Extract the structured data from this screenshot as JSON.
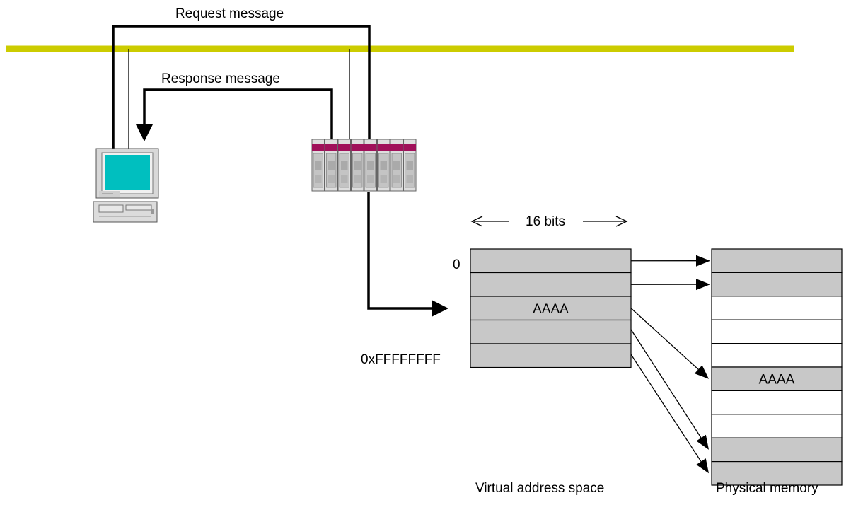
{
  "labels": {
    "request_message": "Request message",
    "response_message": "Response message",
    "width_label": "16 bits",
    "address_start": "0",
    "address_end": "0xFFFFFFFF",
    "virtual_address_space": "Virtual address space",
    "physical_memory": "Physical memory"
  },
  "virtual_cells": [
    {
      "text": ""
    },
    {
      "text": ""
    },
    {
      "text": "AAAA"
    },
    {
      "text": ""
    },
    {
      "text": ""
    }
  ],
  "physical_cells": [
    {
      "text": "",
      "filled": true
    },
    {
      "text": "",
      "filled": true
    },
    {
      "text": "",
      "filled": false
    },
    {
      "text": "",
      "filled": false
    },
    {
      "text": "",
      "filled": false
    },
    {
      "text": "AAAA",
      "filled": true
    },
    {
      "text": "",
      "filled": false
    },
    {
      "text": "",
      "filled": false
    },
    {
      "text": "",
      "filled": true
    },
    {
      "text": "",
      "filled": true
    }
  ],
  "mappings": [
    {
      "from": 0,
      "to": 0
    },
    {
      "from": 1,
      "to": 1
    },
    {
      "from": 2,
      "to": 5
    },
    {
      "from": 3,
      "to": 8
    },
    {
      "from": 4,
      "to": 9
    }
  ],
  "colors": {
    "network_line": "#cccc00",
    "cell_fill": "#c8c8c8",
    "cell_empty": "#ffffff",
    "monitor_screen": "#00bfbf",
    "plc_accent": "#a0105a"
  }
}
